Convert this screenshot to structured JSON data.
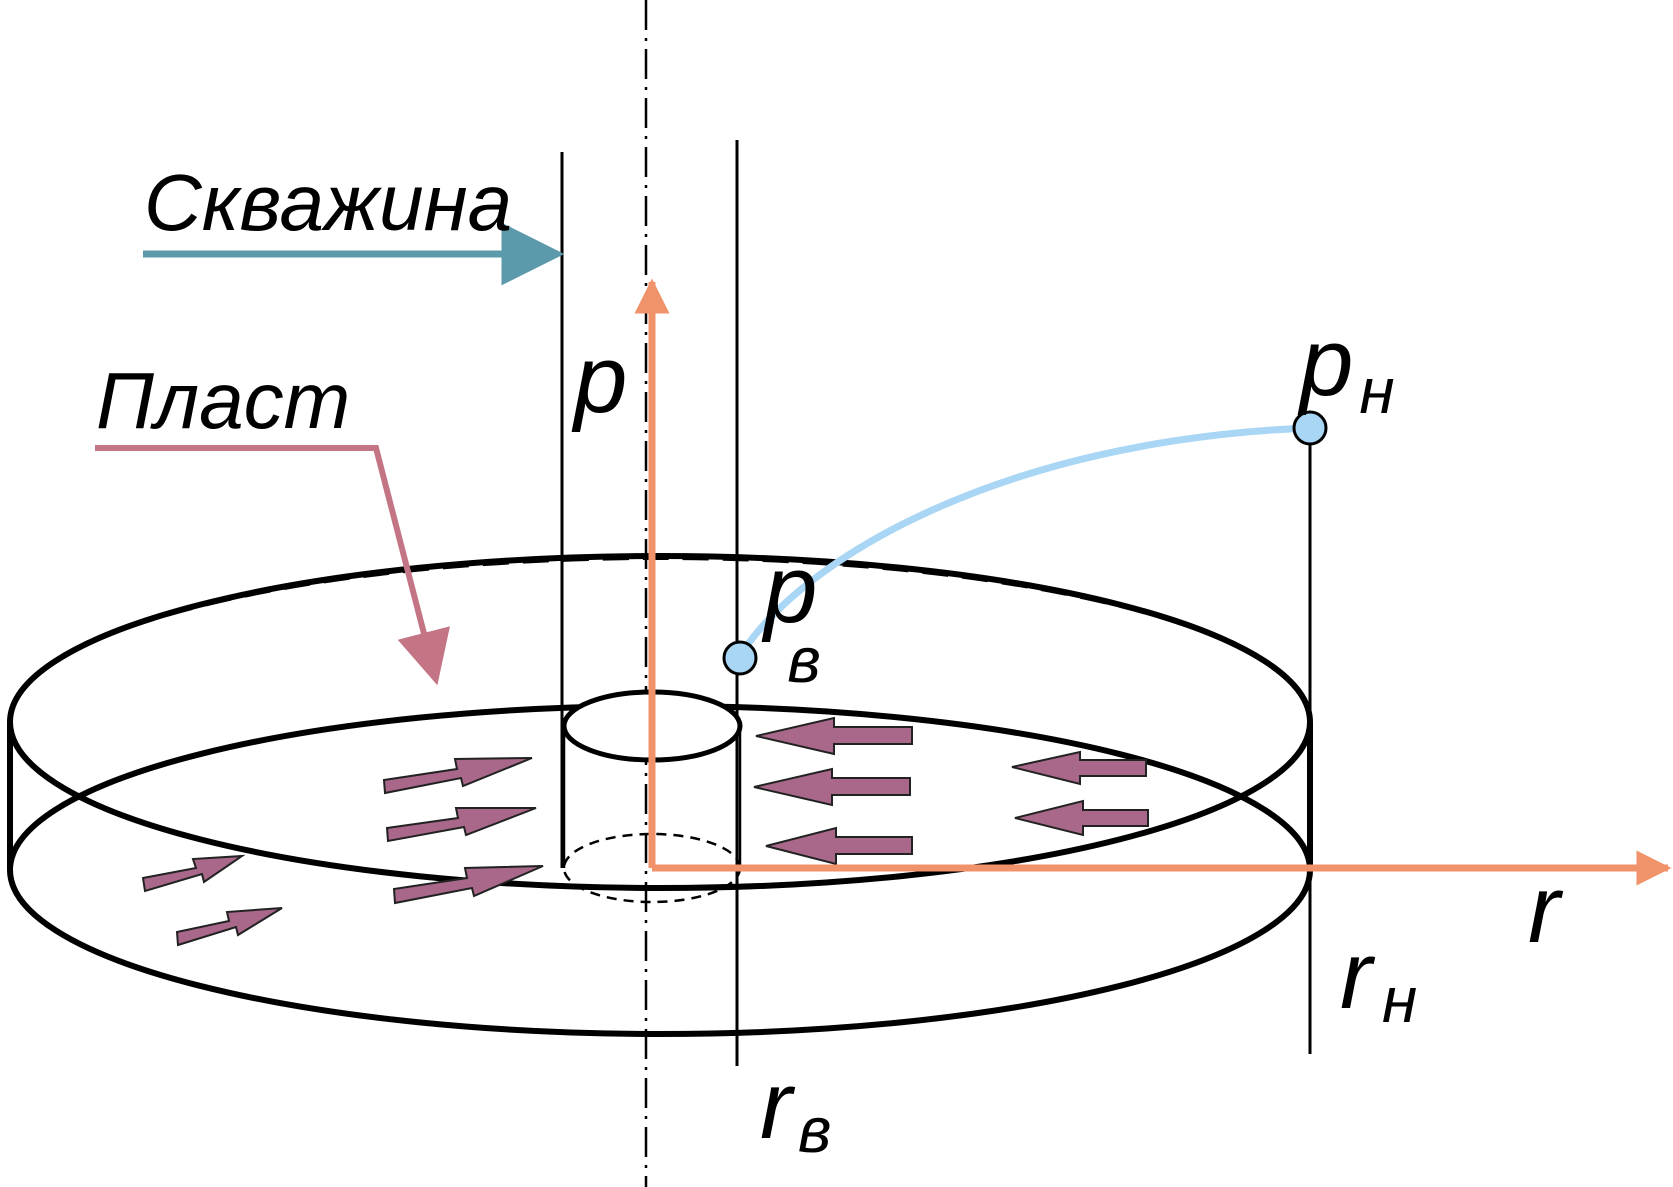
{
  "labels": {
    "well": "Скважина",
    "formation": "Пласт",
    "p_axis": "p",
    "r_axis": "r",
    "p_boundary": {
      "main": "p",
      "sub": "н"
    },
    "p_well": {
      "main": "p",
      "sub": "в"
    },
    "r_boundary": {
      "main": "r",
      "sub": "н"
    },
    "r_well": {
      "main": "r",
      "sub": "в"
    }
  },
  "colors": {
    "outline": "#000000",
    "axis": "#f0926a",
    "well_arrow": "#5b9aaa",
    "formation_arrow": "#c47585",
    "flow_arrow_fill": "#a9688a",
    "pressure_curve": "#a9d6f5",
    "pressure_point_fill": "#a9d6f5"
  },
  "icons": {
    "flow_arrows": "right-arrow / left-arrow (radial inflow toward well)",
    "pressure_points": "circle-marker"
  }
}
